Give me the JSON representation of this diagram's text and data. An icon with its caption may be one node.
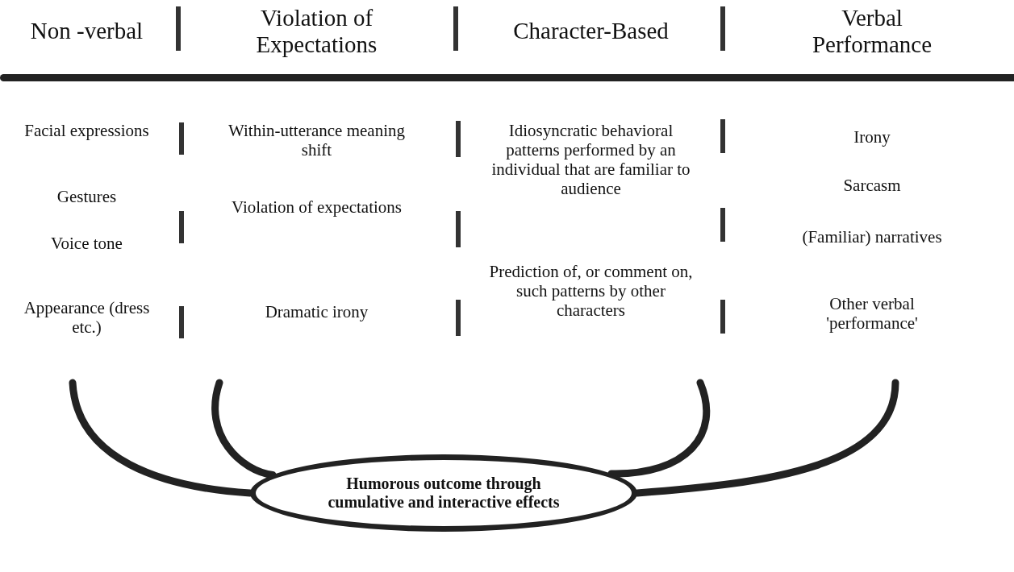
{
  "diagram": {
    "nodes": [
      {
        "text": [
          "Non -verbal",
          "Facial expressions",
          "Gestures",
          "Voice tone",
          "Appearance (dress etc.)"
        ]
      },
      {
        "text": [
          "Violation of Expectations",
          "Within-utterance meaning shift",
          "Violation of expectations",
          "Dramatic irony"
        ]
      },
      {
        "text": [
          "Character-Based",
          "Idiosyncratic behavioral patterns performed by an individual that are familiar to audience",
          "Prediction of, or comment on, such patterns by other characters"
        ]
      },
      {
        "text": [
          "Verbal Performance",
          "Irony",
          "Sarcasm",
          "(Familiar) narratives",
          "Other verbal 'performance'"
        ]
      },
      {
        "text": [
          "Humorous outcome through cumulative and interactive effects"
        ]
      }
    ],
    "edges": [
      {
        "from": 0,
        "to": 4,
        "arrow": "none"
      },
      {
        "from": 1,
        "to": 4,
        "arrow": "none"
      },
      {
        "from": 2,
        "to": 4,
        "arrow": "none"
      },
      {
        "from": 3,
        "to": 4,
        "arrow": "none"
      }
    ]
  }
}
